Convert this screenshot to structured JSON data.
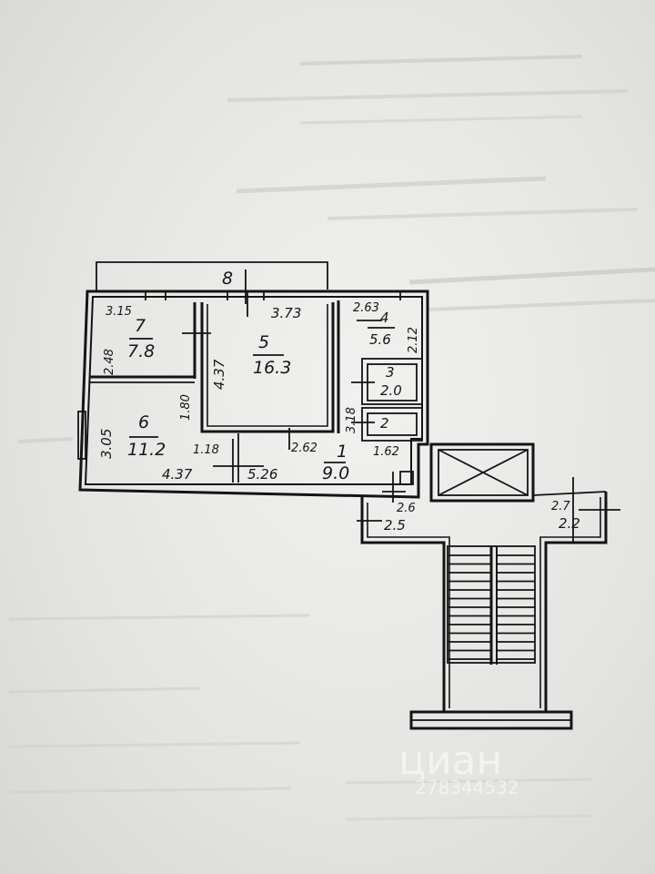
{
  "plan": {
    "overall_width": "8",
    "rooms": [
      {
        "id": "r1",
        "number": "1",
        "area": "9.0"
      },
      {
        "id": "r2",
        "number": "2",
        "area": ""
      },
      {
        "id": "r3",
        "number": "3",
        "area": "2.0"
      },
      {
        "id": "r4",
        "number": "4",
        "area": "5.6"
      },
      {
        "id": "r5",
        "number": "5",
        "area": "16.3"
      },
      {
        "id": "r6",
        "number": "6",
        "area": "11.2"
      },
      {
        "id": "r7",
        "number": "7",
        "area": "7.8"
      }
    ],
    "dimensions": {
      "top_left": "3.15",
      "top_mid": "3.73",
      "top_right": "2.63",
      "right_top": "2.12",
      "r7_side": "2.48",
      "r5_side": "4.37",
      "r6_side": "3.05",
      "corridor_side": "1.80",
      "bottom_118": "1.18",
      "bottom_262": "2.62",
      "bottom_162": "1.62",
      "bottom_437": "4.37",
      "bottom_526": "5.26",
      "small_side": "3.18",
      "landing_26": "2.6",
      "landing_25": "2.5",
      "landing_27": "2.7",
      "landing_22": "2.2"
    },
    "watermark": {
      "brand": "циан",
      "id": "278344532"
    }
  }
}
